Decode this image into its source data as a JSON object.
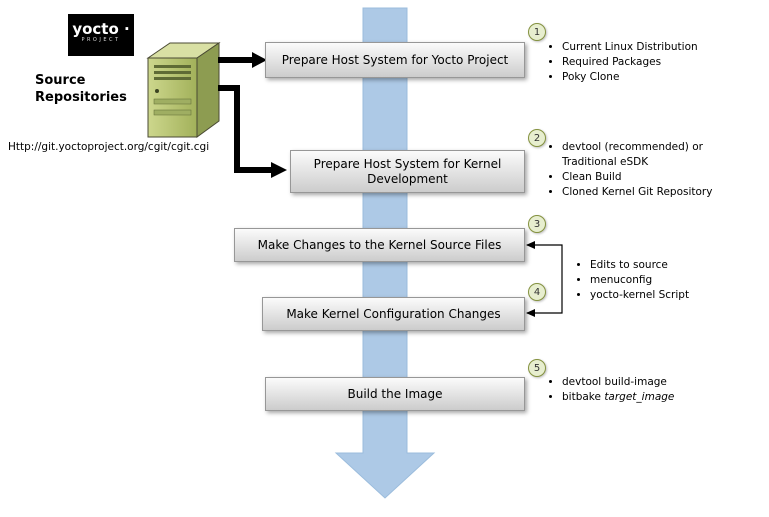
{
  "logo": {
    "brand": "yocto ·",
    "sub": "PROJECT"
  },
  "source_repos": {
    "line1": "Source",
    "line2": "Repositories",
    "url": "Http://git.yoctoproject.org/cgit/cgit.cgi"
  },
  "steps": [
    {
      "num": "1",
      "label": "Prepare Host System for Yocto Project",
      "bullets": [
        "Current Linux Distribution",
        "Required Packages",
        "Poky Clone"
      ]
    },
    {
      "num": "2",
      "label": "Prepare Host System for Kernel Development",
      "bullets": [
        "devtool (recommended) or Traditional eSDK",
        "Clean Build",
        "Cloned Kernel Git Repository"
      ]
    },
    {
      "num": "3",
      "label": "Make Changes to the Kernel Source Files"
    },
    {
      "num": "4",
      "label": "Make Kernel Configuration Changes"
    },
    {
      "num": "5",
      "label": "Build the Image",
      "bullets_rich": [
        {
          "text": "devtool build-image"
        },
        {
          "pre": "bitbake ",
          "arg": "target_image"
        }
      ]
    }
  ],
  "shared_bullets_steps_3_4": [
    "Edits to source",
    "menuconfig",
    "yocto-kernel Script"
  ],
  "colors": {
    "flow_arrow_blue": "#adc9e6",
    "box_gray": "#d9d9d9",
    "circle_fill": "#e7eecf",
    "circle_border": "#84923f",
    "server_green": "#aebb66"
  }
}
